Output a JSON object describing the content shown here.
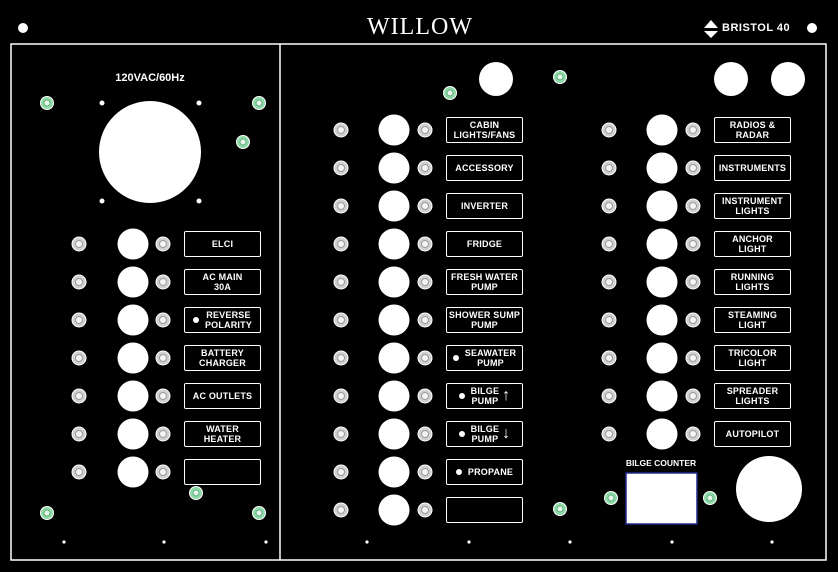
{
  "brand": {
    "name": "WILLOW",
    "model": "BRISTOL 40"
  },
  "ac_section": {
    "title": "120VAC/60Hz",
    "breakers": [
      {
        "label": "ELCI",
        "dot": false
      },
      {
        "label": "AC MAIN\n30A",
        "dot": false
      },
      {
        "label": "REVERSE\nPOLARITY",
        "dot": true
      },
      {
        "label": "BATTERY\nCHARGER",
        "dot": false
      },
      {
        "label": "AC OUTLETS",
        "dot": false
      },
      {
        "label": "WATER\nHEATER",
        "dot": false
      },
      {
        "label": "",
        "dot": false
      }
    ]
  },
  "dc_section_left": {
    "breakers": [
      {
        "label": "CABIN\nLIGHTS/FANS",
        "dot": false
      },
      {
        "label": "ACCESSORY",
        "dot": false
      },
      {
        "label": "INVERTER",
        "dot": false
      },
      {
        "label": "FRIDGE",
        "dot": false
      },
      {
        "label": "FRESH WATER\nPUMP",
        "dot": false
      },
      {
        "label": "SHOWER SUMP\nPUMP",
        "dot": false
      },
      {
        "label": "SEAWATER\nPUMP",
        "dot": true
      },
      {
        "label": "BILGE\nPUMP",
        "dot": true,
        "arrow": "up"
      },
      {
        "label": "BILGE\nPUMP",
        "dot": true,
        "arrow": "down"
      },
      {
        "label": "PROPANE",
        "dot": true
      },
      {
        "label": "",
        "dot": false
      }
    ]
  },
  "dc_section_right": {
    "breakers": [
      {
        "label": "RADIOS &\nRADAR",
        "dot": false
      },
      {
        "label": "INSTRUMENTS",
        "dot": false
      },
      {
        "label": "INSTRUMENT\nLIGHTS",
        "dot": false
      },
      {
        "label": "ANCHOR\nLIGHT",
        "dot": false
      },
      {
        "label": "RUNNING\nLIGHTS",
        "dot": false
      },
      {
        "label": "STEAMING\nLIGHT",
        "dot": false
      },
      {
        "label": "TRICOLOR\nLIGHT",
        "dot": false
      },
      {
        "label": "SPREADER\nLIGHTS",
        "dot": false
      },
      {
        "label": "AUTOPILOT",
        "dot": false
      }
    ]
  },
  "bilge_counter": {
    "label": "BILGE COUNTER"
  },
  "colors": {
    "panel": "#000000",
    "line": "#ffffff",
    "screw": "#8fd9a8",
    "display_border": "#1f2a8c",
    "indicator": "#cfcfcf"
  }
}
